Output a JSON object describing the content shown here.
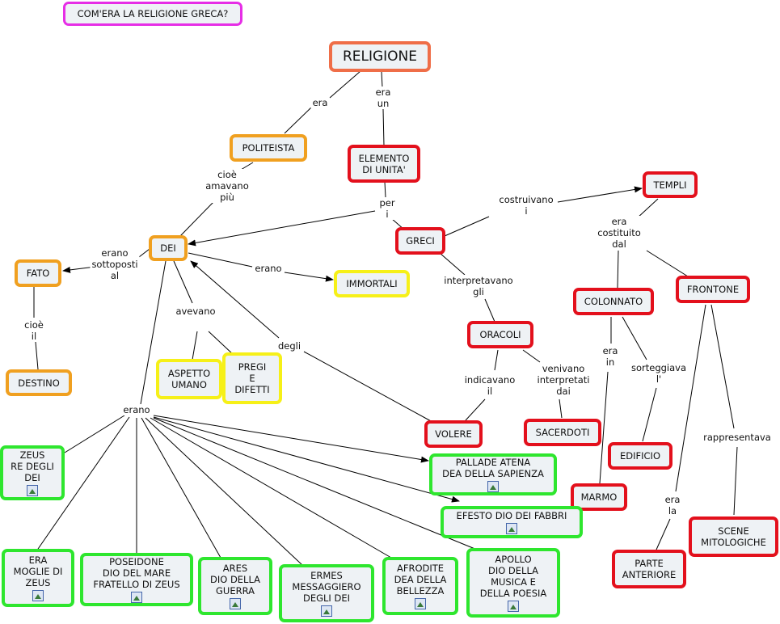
{
  "title": "COM'ERA LA RELIGIONE GRECA?",
  "nodes": {
    "religione": "RELIGIONE",
    "politeista": "POLITEISTA",
    "elemento_unita": "ELEMENTO\nDI UNITA'",
    "dei": "DEI",
    "greci": "GRECI",
    "templi": "TEMPLI",
    "fato": "FATO",
    "destino": "DESTINO",
    "immortali": "IMMORTALI",
    "aspetto_umano": "ASPETTO\nUMANO",
    "pregi_difetti": "PREGI\nE\nDIFETTI",
    "oracoli": "ORACOLI",
    "volere": "VOLERE",
    "sacerdoti": "SACERDOTI",
    "colonnato": "COLONNATO",
    "frontone": "FRONTONE",
    "edificio": "EDIFICIO",
    "marmo": "MARMO",
    "parte_anteriore": "PARTE\nANTERIORE",
    "scene_mitologiche": "SCENE\nMITOLOGICHE",
    "zeus": "ZEUS\nRE DEGLI\nDEI",
    "pallade": "PALLADE ATENA\nDEA DELLA SAPIENZA",
    "efesto": "EFESTO DIO DEI FABBRI",
    "era": "ERA\nMOGLIE DI\nZEUS",
    "poseidone": "POSEIDONE\nDIO DEL MARE\nFRATELLO DI ZEUS",
    "ares": "ARES\nDIO DELLA\nGUERRA",
    "ermes": "ERMES\nMESSAGGIERO\nDEGLI DEI",
    "afrodite": "AFRODITE\nDEA DELLA\nBELLEZZA",
    "apollo": "APOLLO\nDIO DELLA\nMUSICA E\nDELLA  POESIA"
  },
  "labels": {
    "era_rel": "era",
    "era_un": "era\nun",
    "cioe_amavano": "cioè\namavano\npiù",
    "per_i": "per\ni",
    "costruivano_i": "costruivano\ni",
    "erano_sottoposti": "erano\nsottoposti\nal",
    "erano_imm": "erano",
    "cioe_il": "cioè\nil",
    "avevano": "avevano",
    "degli": "degli",
    "interpretavano_gli": "interpretavano\ngli",
    "indicavano_il": "indicavano\nil",
    "venivano": "venivano\ninterpretati\ndai",
    "era_costituito": "era\ncostituito\ndal",
    "era_in": "era\nin",
    "sorteggiava": "sorteggiava\nl'",
    "rappresentava": "rappresentava",
    "era_la": "era\nla",
    "erano_gods": "erano"
  }
}
